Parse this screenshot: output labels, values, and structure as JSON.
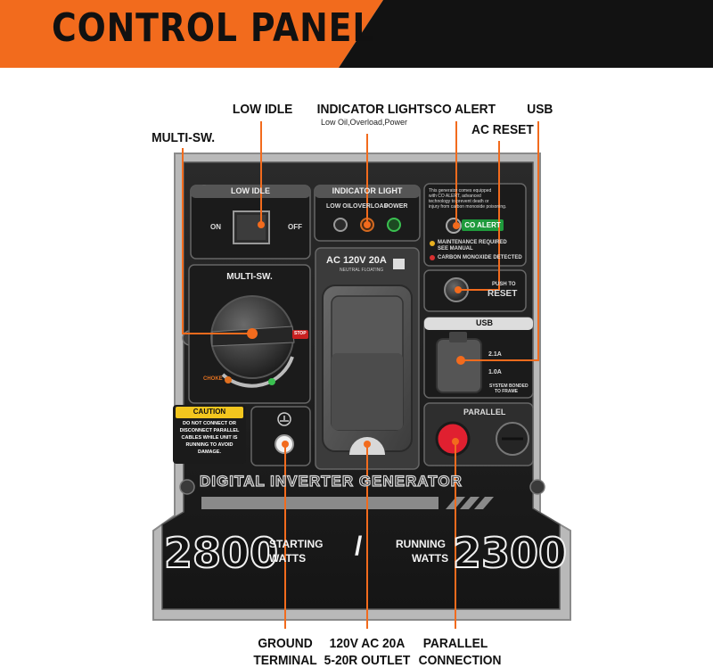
{
  "banner": {
    "title": "CONTROL PANEL",
    "accent": "#f26b1d",
    "dark": "#121212"
  },
  "callouts": {
    "low_idle": "LOW IDLE",
    "indicator_lights": "INDICATOR LIGHTS",
    "indicator_lights_sub": "Low Oil,Overload,Power",
    "co_alert": "CO ALERT",
    "usb": "USB",
    "ac_reset": "AC RESET",
    "multi_sw": "MULTI-SW.",
    "ground_terminal_1": "GROUND",
    "ground_terminal_2": "TERMINAL",
    "outlet_1": "120V AC 20A",
    "outlet_2": "5-20R OUTLET",
    "parallel_1": "PARALLEL",
    "parallel_2": "CONNECTION"
  },
  "panel": {
    "low_idle": {
      "title": "LOW IDLE",
      "on": "ON",
      "off": "OFF"
    },
    "indicator": {
      "title": "INDICATOR LIGHT",
      "low_oil": "LOW OIL",
      "overload": "OVERLOAD",
      "power": "POWER"
    },
    "co": {
      "note_1": "This generator comes equipped",
      "note_2": "with CO ALERT, advanced",
      "note_3": "technology to prevent death or",
      "note_4": "injury from carbon monoxide poisoning.",
      "badge": "CO ALERT",
      "maint_1": "MAINTENANCE REQUIRED",
      "maint_2": "SEE MANUAL",
      "detected": "CARBON MONOXIDE DETECTED"
    },
    "reset": {
      "line1": "PUSH TO",
      "line2": "RESET"
    },
    "multi": {
      "title": "MULTI-SW.",
      "stop": "STOP",
      "choke": "CHOKE"
    },
    "outlet": {
      "title": "AC 120V 20A",
      "sub": "NEUTRAL FLOATING"
    },
    "usb": {
      "title": "USB",
      "a21": "2.1A",
      "a10": "1.0A",
      "bond_1": "SYSTEM BONDED",
      "bond_2": "TO FRAME"
    },
    "caution": {
      "title": "CAUTION",
      "l1": "DO NOT CONNECT OR",
      "l2": "DISCONNECT PARALLEL",
      "l3": "CABLES WHILE UNIT IS",
      "l4": "RUNNING TO AVOID",
      "l5": "DAMAGE."
    },
    "parallel": {
      "title": "PARALLEL"
    },
    "brand_strip": "DIGITAL INVERTER GENERATOR",
    "watts": {
      "starting_value": "2800",
      "starting_1": "STARTING",
      "starting_2": "WATTS",
      "slash": "/",
      "running_1": "RUNNING",
      "running_2": "WATTS",
      "running_value": "2300"
    }
  }
}
